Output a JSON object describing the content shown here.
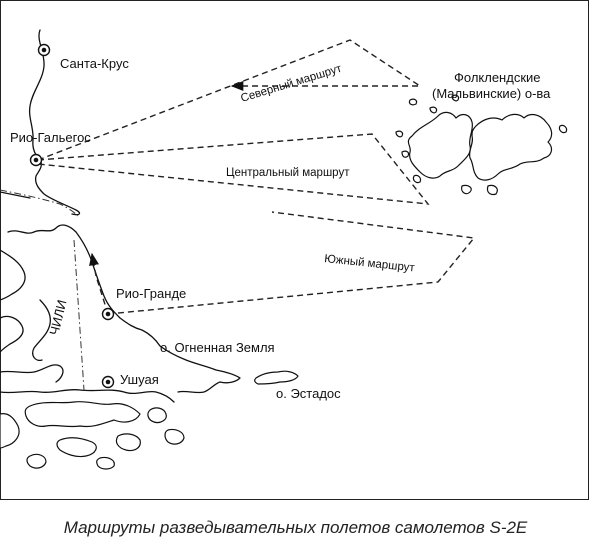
{
  "caption": "Маршруты разведывательных полетов самолетов S-2E",
  "cities": {
    "santa_cruz": "Санта-Крус",
    "rio_gallegos": "Рио-Гальегос",
    "rio_grande": "Рио-Гранде",
    "ushuaia": "Ушуая"
  },
  "regions": {
    "falklands_line1": "Фолклендские",
    "falklands_line2": "(Мальвинские) о-ва",
    "tierra_del_fuego": "о. Огненная Земля",
    "staten_island": "о. Эстадос",
    "chile": "ЧИЛИ"
  },
  "routes": {
    "north": "Северный маршрут",
    "central": "Центральный маршрут",
    "south": "Южный маршрут"
  }
}
